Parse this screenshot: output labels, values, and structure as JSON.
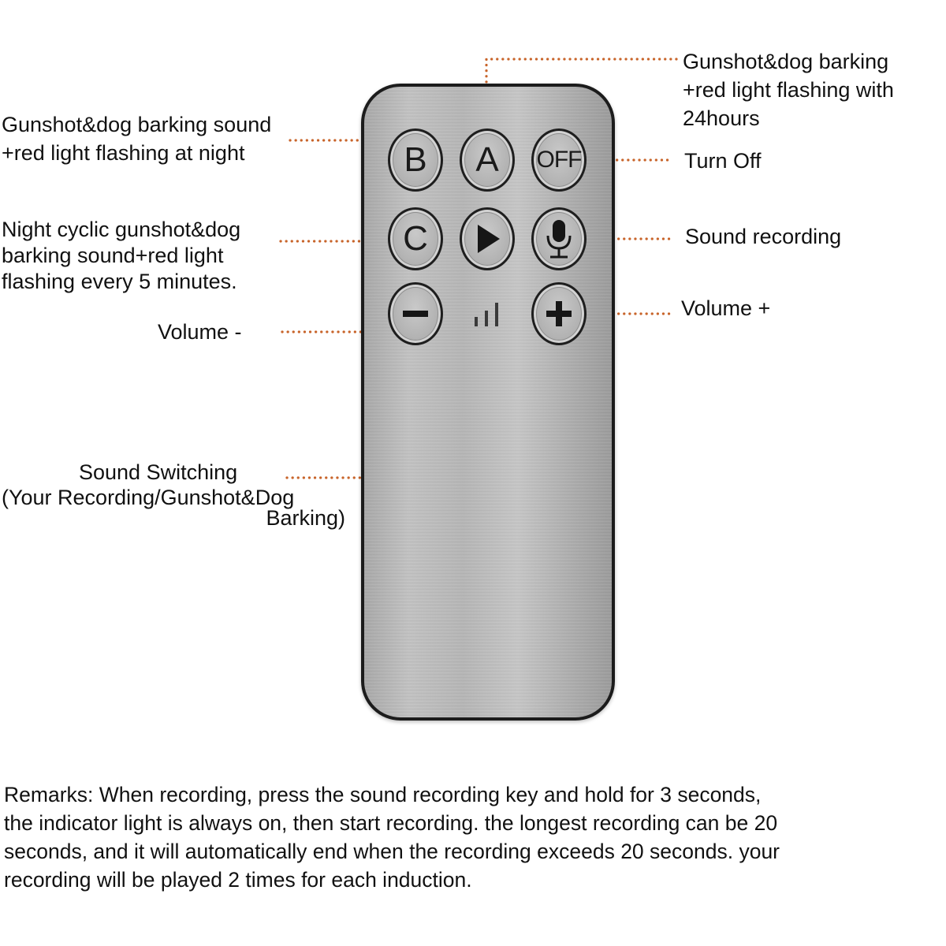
{
  "remote": {
    "buttons": {
      "b": {
        "label": "B"
      },
      "a": {
        "label": "A"
      },
      "off": {
        "label": "OFF"
      },
      "c": {
        "label": "C"
      },
      "play": {
        "icon": "play-icon"
      },
      "record": {
        "icon": "microphone-icon"
      },
      "volume_down": {
        "icon": "minus-icon"
      },
      "volume_up": {
        "icon": "plus-icon"
      }
    },
    "indicator": {
      "icon": "signal-bars-icon"
    },
    "leader_color": "#c8642a"
  },
  "labels": {
    "button_a": [
      "Gunshot&dog barking",
      "+red light flashing with",
      "24hours"
    ],
    "button_b": [
      "Gunshot&dog barking sound",
      "+red light flashing at night"
    ],
    "button_off": "Turn Off",
    "button_c": [
      "Night cyclic gunshot&dog",
      "barking sound+red light",
      "flashing every 5 minutes."
    ],
    "button_record": "Sound recording",
    "volume_down": "Volume -",
    "volume_up": "Volume +",
    "sound_switching": [
      "Sound Switching",
      "(Your Recording/Gunshot&Dog",
      "Barking)"
    ]
  },
  "remarks": [
    "Remarks: When recording, press the sound recording key and hold for 3 seconds,",
    "the indicator light is always on, then start recording. the longest recording can be 20",
    "seconds, and it will automatically end when the recording exceeds 20 seconds. your",
    "recording will be played 2 times for each induction."
  ]
}
